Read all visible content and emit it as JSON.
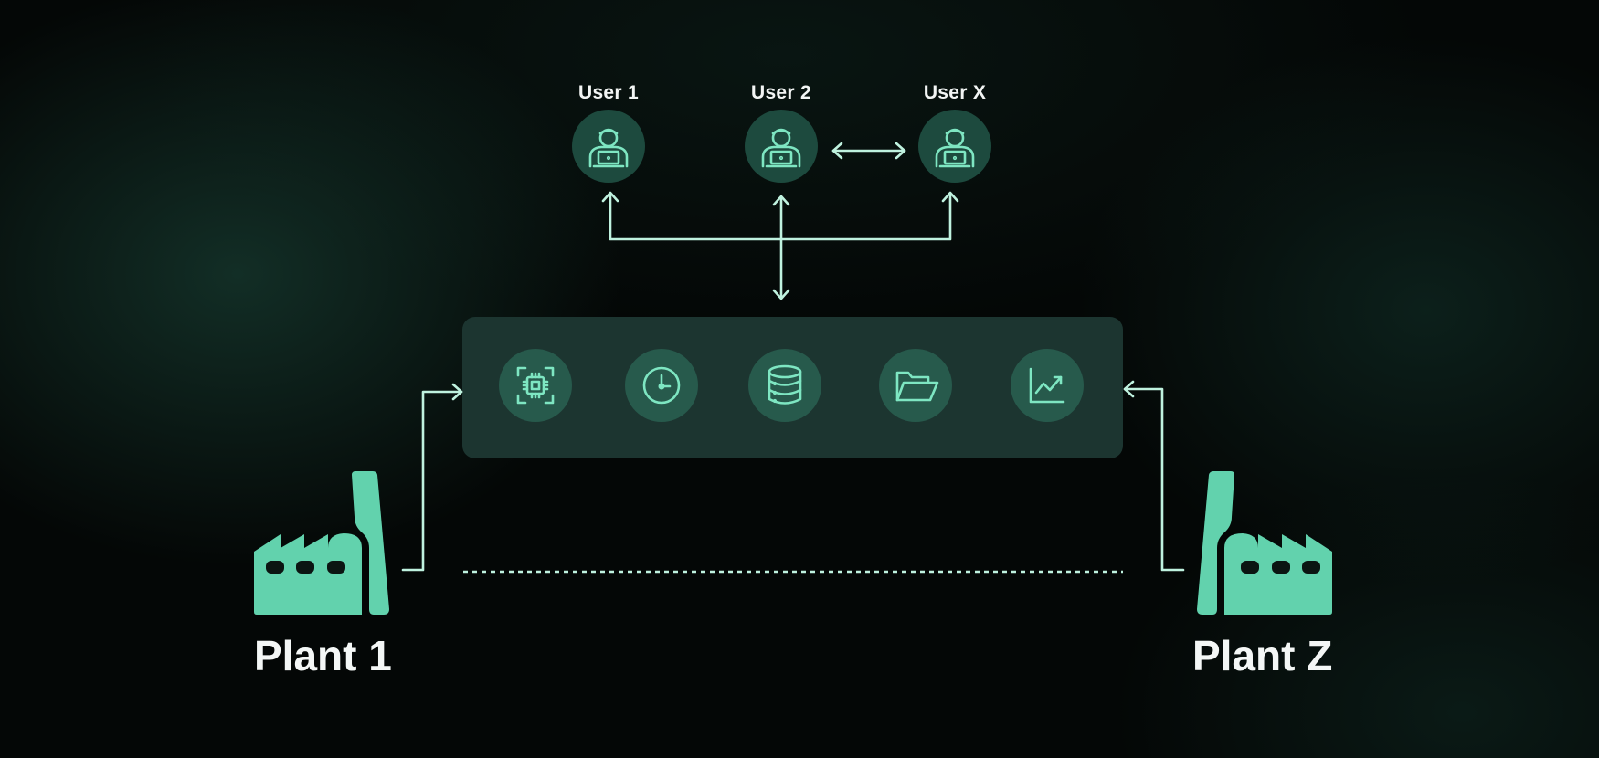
{
  "users": [
    {
      "label": "User 1"
    },
    {
      "label": "User 2"
    },
    {
      "label": "User X"
    }
  ],
  "plants": [
    {
      "label": "Plant 1"
    },
    {
      "label": "Plant Z"
    }
  ],
  "platform": {
    "icons": [
      "chip-icon",
      "clock-icon",
      "database-icon",
      "folder-icon",
      "chart-icon"
    ]
  },
  "colors": {
    "background": "#040706",
    "accent": "#62d2ad",
    "line": "#bff2df",
    "node": "#1d4a3e",
    "panel": "#1c3530"
  }
}
